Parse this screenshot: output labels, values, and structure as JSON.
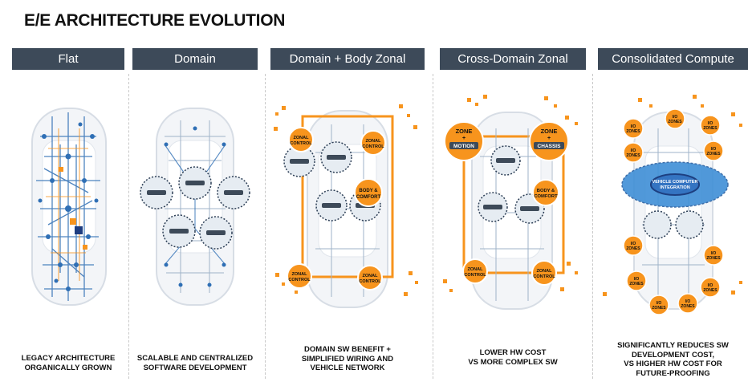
{
  "title": "E/E ARCHITECTURE EVOLUTION",
  "colors": {
    "header_bg": "#3d4a59",
    "zone_orange": "#f7941d",
    "cloud_blue": "#3f8fd6",
    "wire_blue": "#2f6fb5"
  },
  "columns": [
    {
      "header": "Flat",
      "caption": [
        "LEGACY ARCHITECTURE",
        "ORGANICALLY GROWN"
      ],
      "labels": []
    },
    {
      "header": "Domain",
      "caption": [
        "SCALABLE AND CENTRALIZED",
        "SOFTWARE DEVELOPMENT"
      ],
      "labels": []
    },
    {
      "header": "Domain + Body Zonal",
      "caption": [
        "DOMAIN SW BENEFIT +",
        "SIMPLIFIED WIRING AND",
        "VEHICLE NETWORK"
      ],
      "labels": [
        "ZONAL CONTROL",
        "ZONAL CONTROL",
        "BODY & COMFORT",
        "ZONAL CONTROL",
        "ZONAL CONTROL"
      ]
    },
    {
      "header": "Cross-Domain Zonal",
      "caption": [
        "LOWER HW COST",
        "VS MORE COMPLEX SW"
      ],
      "labels": [
        "ZONE",
        "+",
        "MOTION",
        "ZONE",
        "+",
        "CHASSIS",
        "BODY & COMFORT",
        "ZONAL CONTROL",
        "ZONAL CONTROL"
      ]
    },
    {
      "header": "Consolidated Compute",
      "caption": [
        "SIGNIFICANTLY REDUCES SW",
        "DEVELOPMENT COST,",
        "VS HIGHER HW COST FOR",
        "FUTURE-PROOFING"
      ],
      "labels": [
        "I/O ZONES",
        "VEHICLE COMPUTER INTEGRATION"
      ]
    }
  ]
}
